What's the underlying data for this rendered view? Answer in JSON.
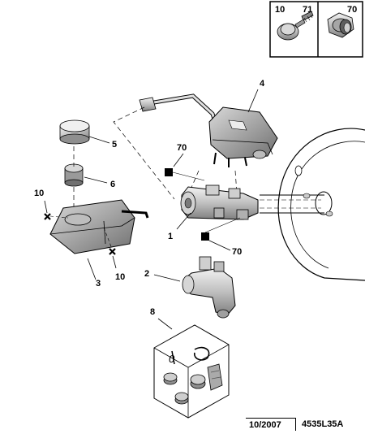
{
  "legend_box": {
    "left_numbers": [
      "10",
      "71"
    ],
    "right_number": "70"
  },
  "callouts": {
    "c4": "4",
    "c70_top": "70",
    "c5": "5",
    "c6": "6",
    "c10_left": "10",
    "c1": "1",
    "c70_bottom": "70",
    "c3": "3",
    "c10_bottom": "10",
    "c2": "2",
    "c8": "8"
  },
  "kit_text": "0",
  "footer": {
    "date": "10/2007",
    "ref": "4535L35A"
  },
  "colors": {
    "line": "#000000",
    "part_fill": "#e6e6e6",
    "part_dark": "#9a9a9a",
    "part_shade": "#bdbdbd"
  }
}
